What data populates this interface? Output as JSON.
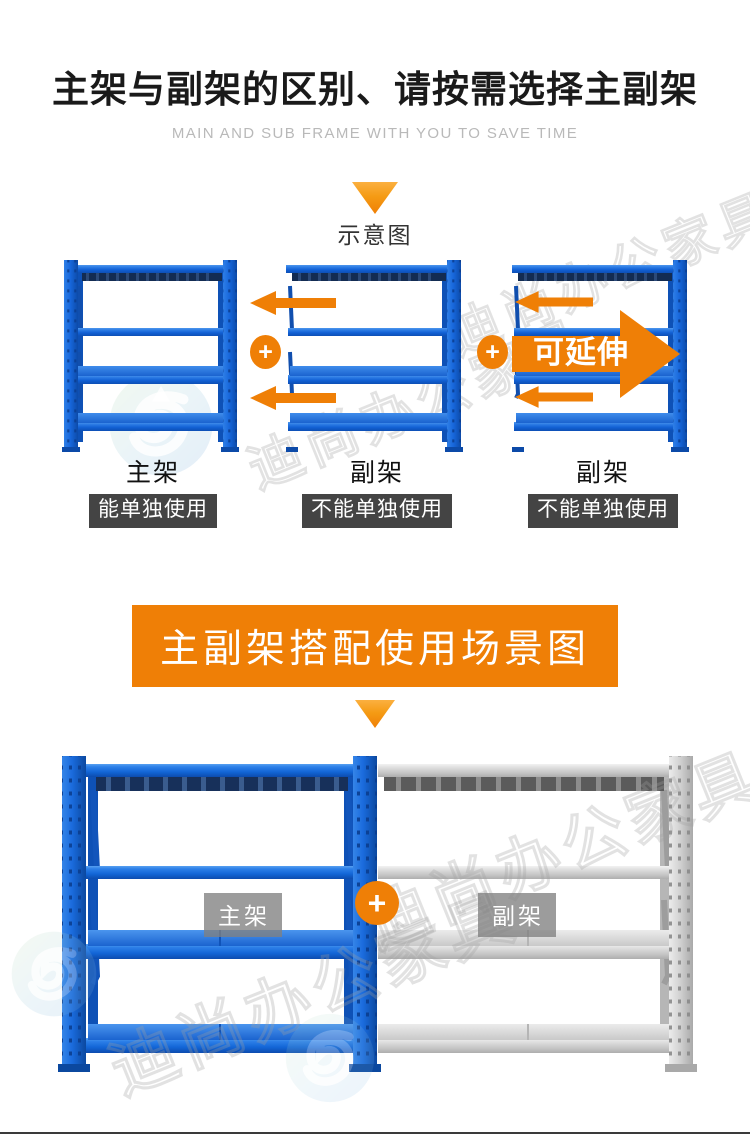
{
  "header": {
    "title": "主架与副架的区别、请按需选择主副架",
    "subtitle": "MAIN AND SUB FRAME WITH YOU TO SAVE TIME"
  },
  "diagram": {
    "label": "示意图",
    "plus_symbol": "+",
    "extend_label": "可延伸",
    "units": [
      {
        "name": "主架",
        "tag": "能单独使用",
        "type": "main"
      },
      {
        "name": "副架",
        "tag": "不能单独使用",
        "type": "sub"
      },
      {
        "name": "副架",
        "tag": "不能单独使用",
        "type": "sub-extend"
      }
    ]
  },
  "banner": {
    "title": "主副架搭配使用场景图"
  },
  "scene": {
    "main_tag": "主架",
    "sub_tag": "副架",
    "plus_symbol": "+"
  },
  "watermark": {
    "text": "迪尚办公家具",
    "logo_name": "circular-s-logo"
  },
  "colors": {
    "orange": "#ef7f06",
    "orange_light": "#fbb040",
    "rack_blue": "#1565d8",
    "rack_blue_light": "#3d8ae8",
    "rack_blue_dark": "#0d47a1",
    "rack_gray": "#d7d7d7",
    "rack_gray_dark": "#a9a9a9",
    "tag_dark": "#444444",
    "title_black": "#1a1a1a",
    "subtitle_gray": "#b9b9b9"
  }
}
